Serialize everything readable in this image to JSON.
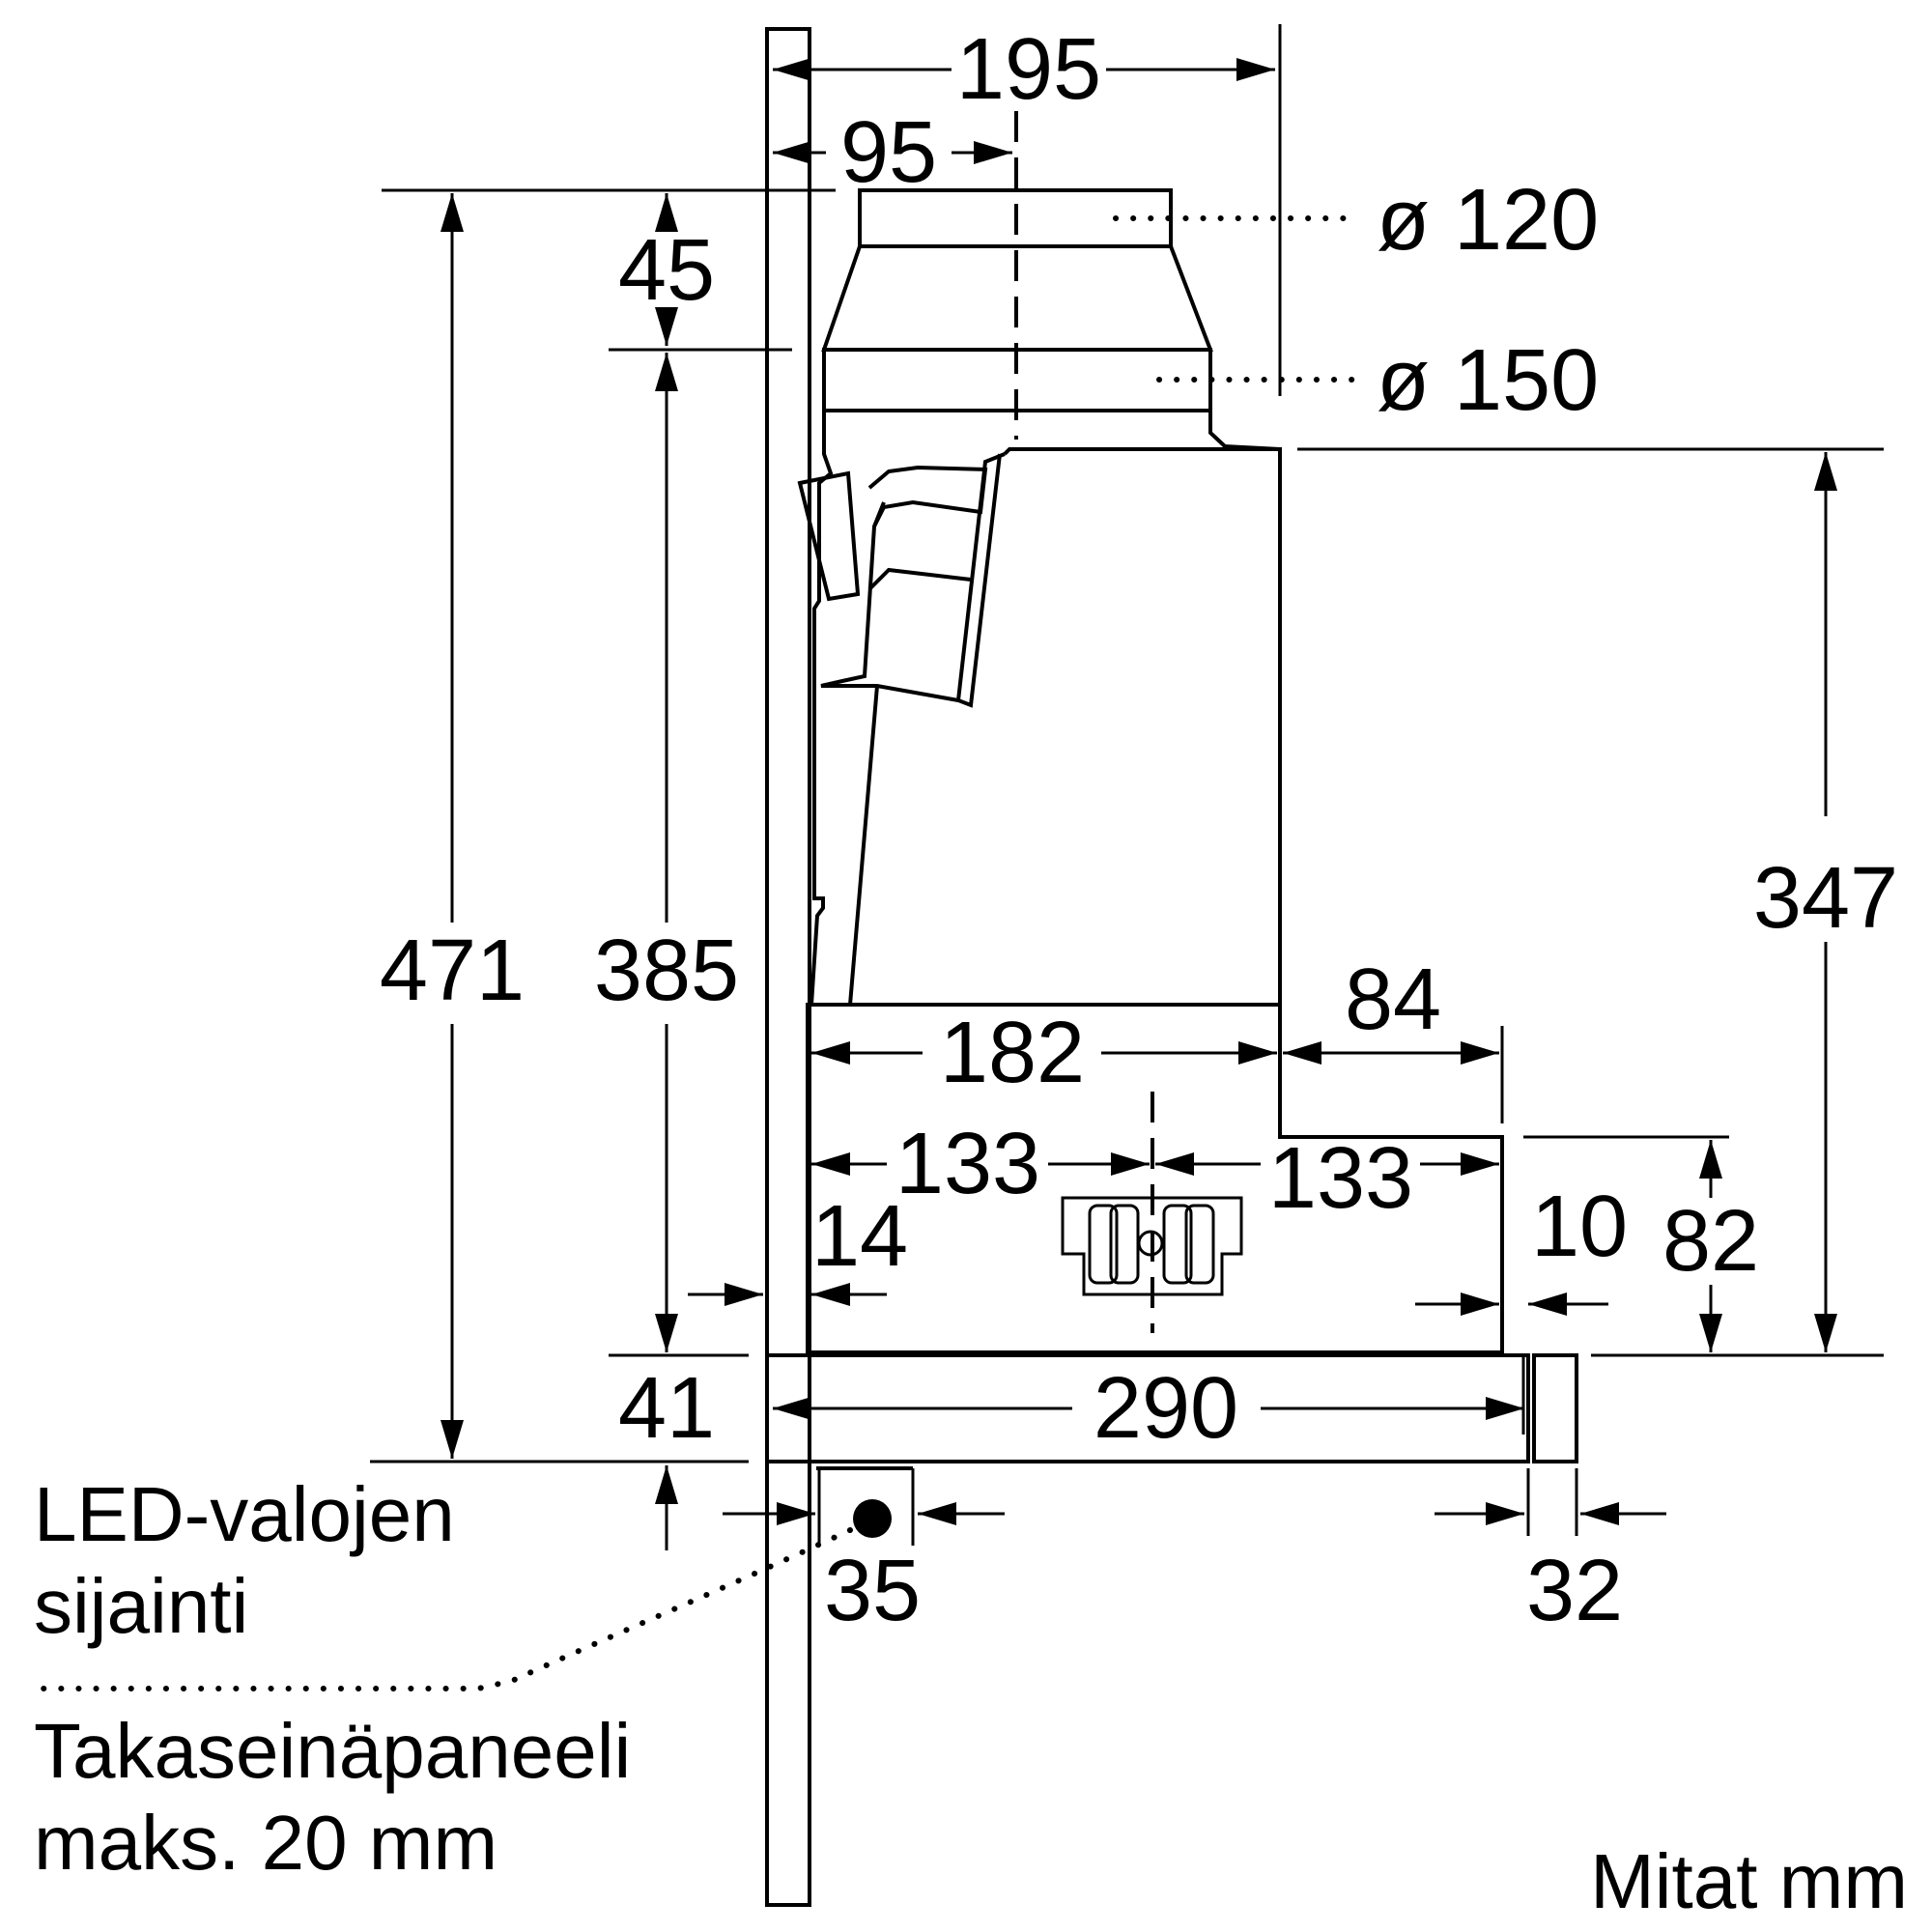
{
  "dimensions": {
    "width_195": "195",
    "offset_95": "95",
    "height_45": "45",
    "height_471": "471",
    "height_385": "385",
    "height_347": "347",
    "width_182": "182",
    "width_84": "84",
    "left_133": "133",
    "right_133": "133",
    "gap_14": "14",
    "gap_10": "10",
    "height_82": "82",
    "height_41": "41",
    "width_290": "290",
    "led_35": "35",
    "front_32": "32"
  },
  "diameters": {
    "outlet_small": "ø 120",
    "outlet_large": "ø 150"
  },
  "labels": {
    "led_line1": "LED-valojen",
    "led_line2": "sijainti",
    "panel_line1": "Takaseinäpaneeli",
    "panel_line2": "maks. 20 mm",
    "units": "Mitat mm"
  }
}
